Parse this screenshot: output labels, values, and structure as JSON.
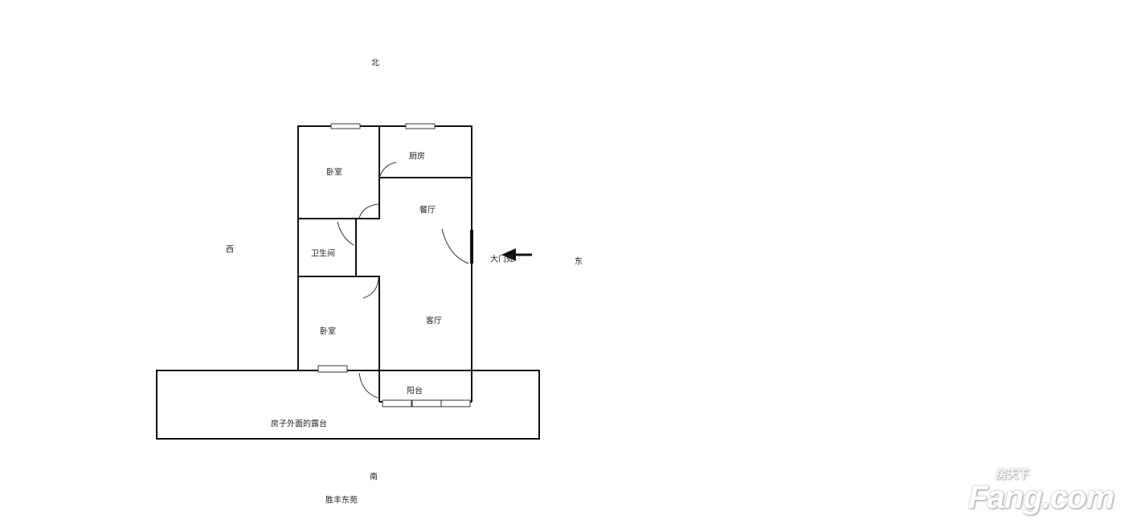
{
  "compass": {
    "north": "北",
    "south": "南",
    "east": "东",
    "west": "西"
  },
  "rooms": {
    "bedroom_north": "卧室",
    "kitchen": "厨房",
    "dining": "餐厅",
    "bathroom": "卫生间",
    "living": "客厅",
    "bedroom_south": "卧室",
    "balcony": "阳台",
    "entrance": "大门处",
    "terrace": "房子外面的露台"
  },
  "community_name": "胜丰东苑",
  "watermark": {
    "brand": "Fang.com",
    "brand_cn": "房天下"
  }
}
